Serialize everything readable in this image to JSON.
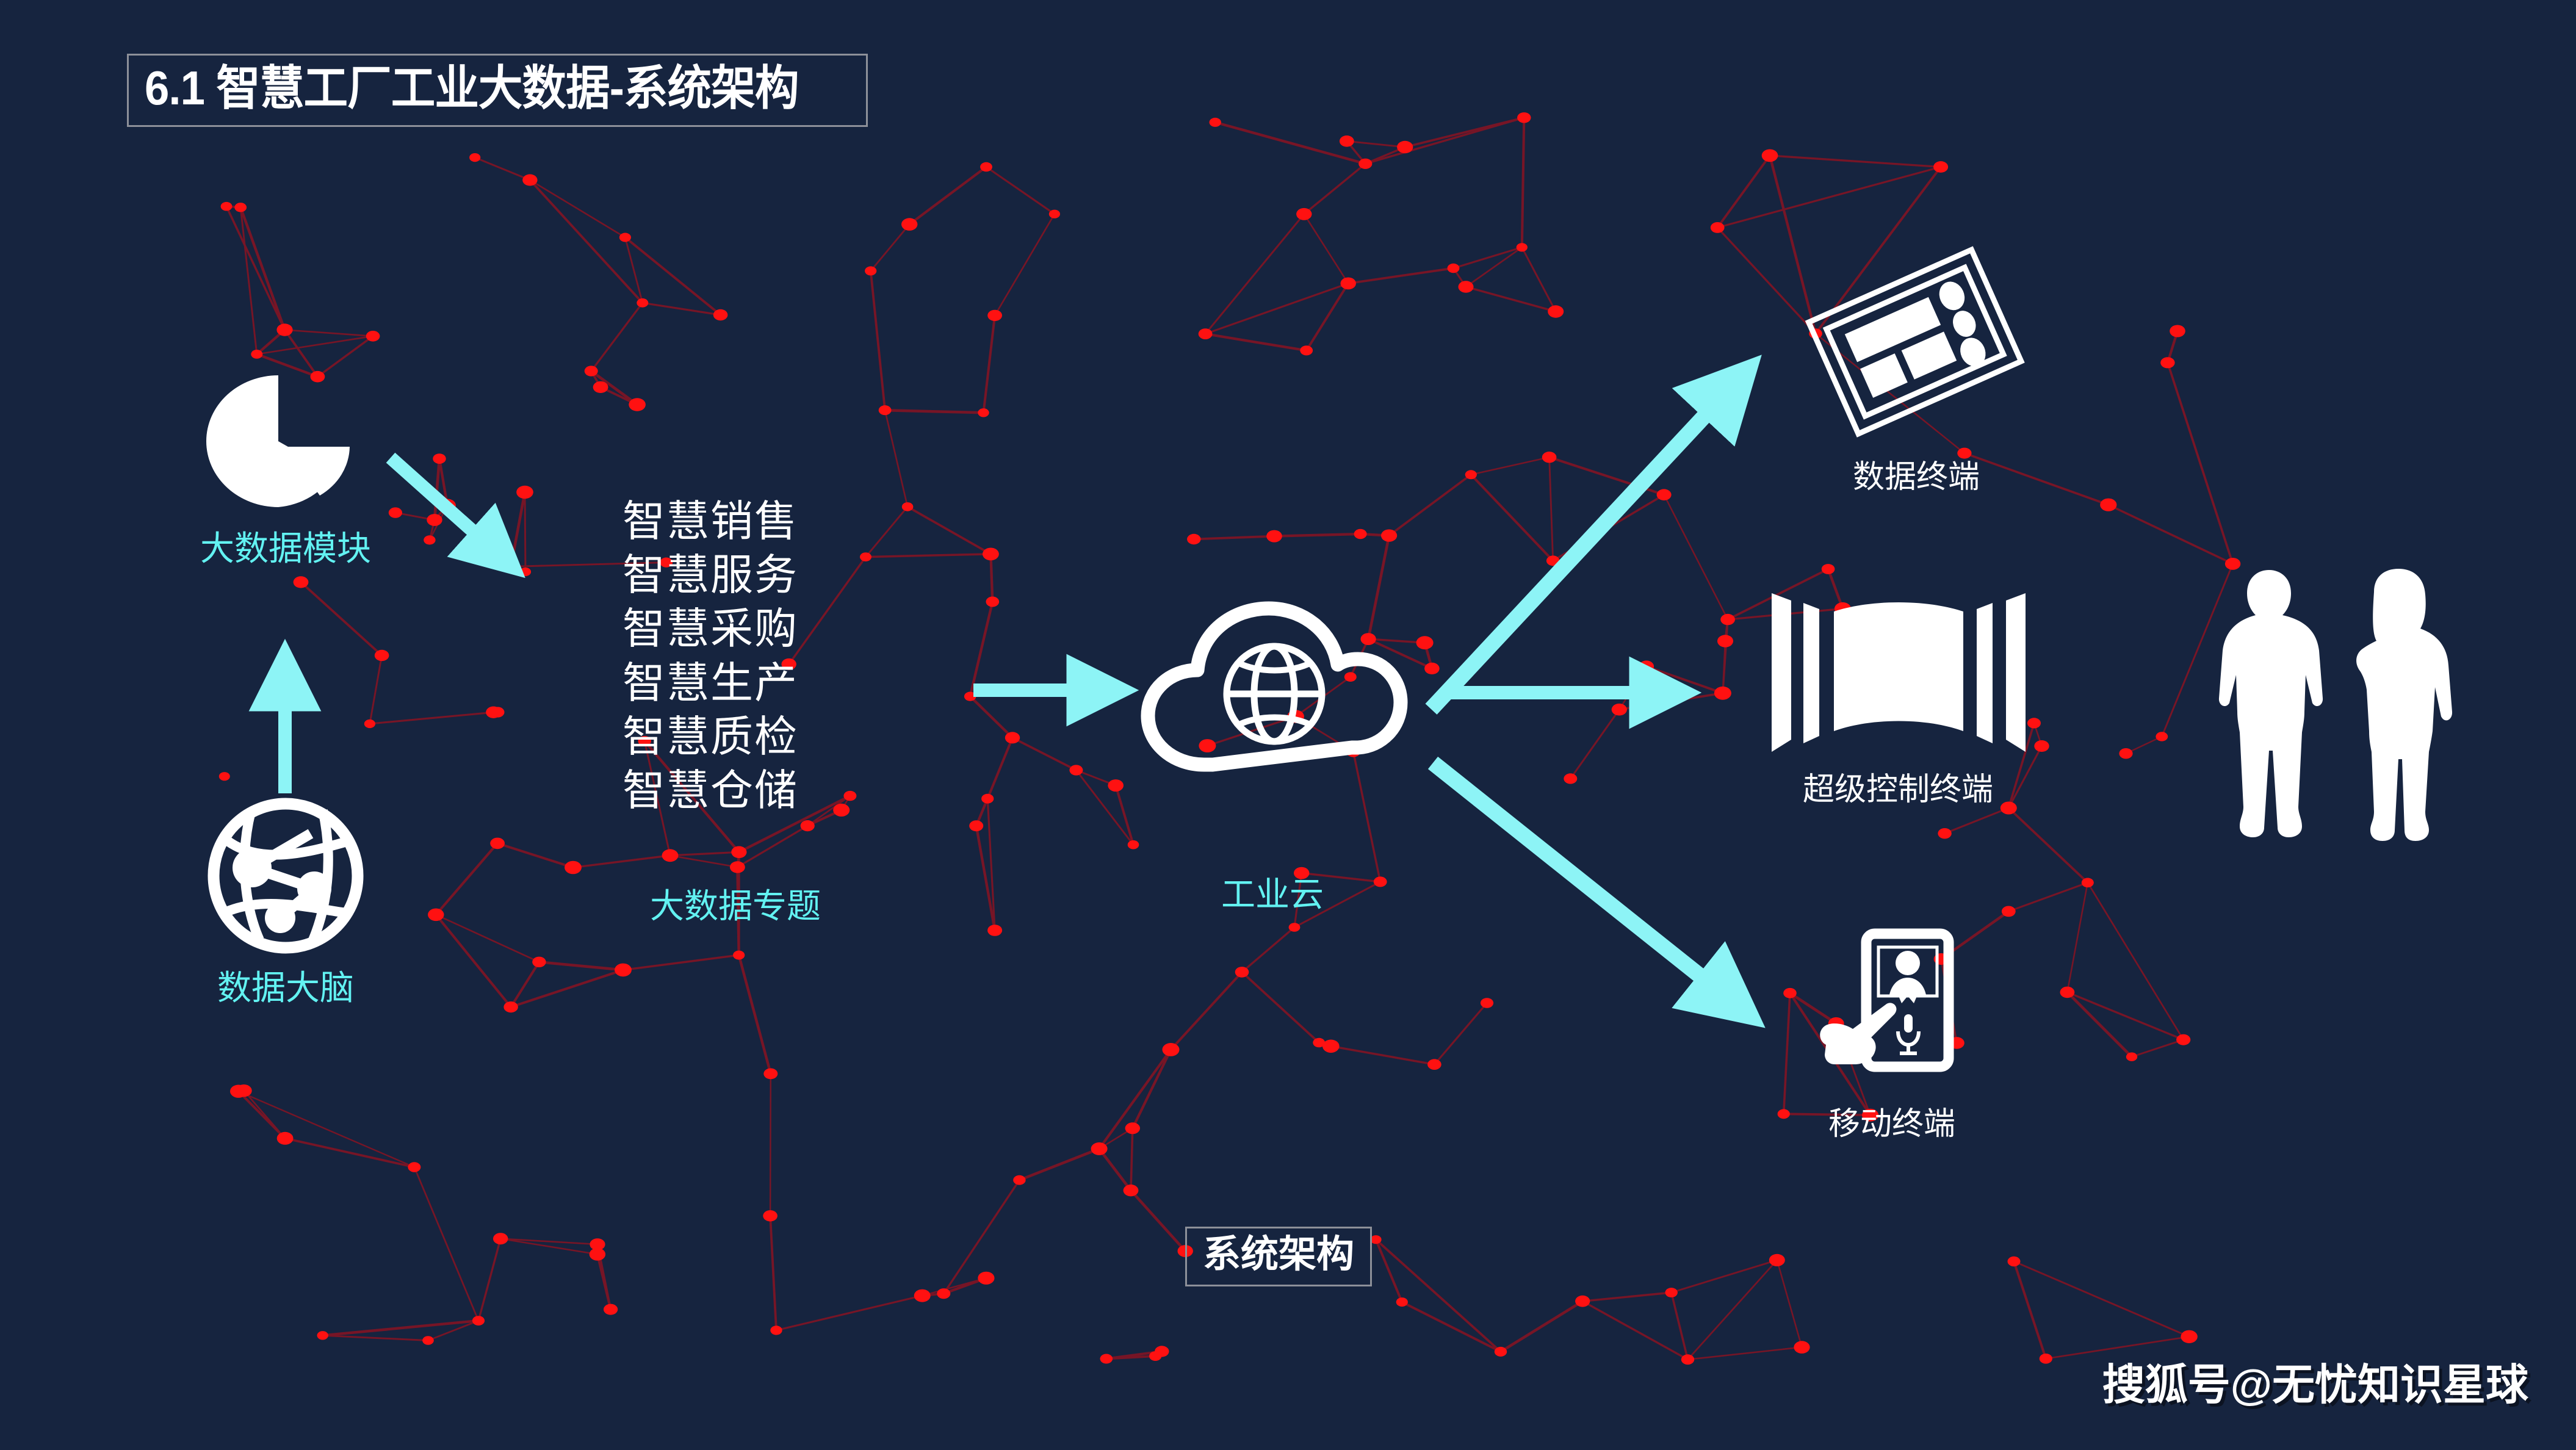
{
  "page": {
    "background_color": "#16243f",
    "accent_cyan": "#62f2f2",
    "node_red": "#ff1111",
    "link_red": "#7d1525",
    "border_gray": "#8d9099"
  },
  "header": {
    "title": "6.1 智慧工厂工业大数据-系统架构"
  },
  "caption": {
    "text": "系统架构"
  },
  "watermark": {
    "text": "搜狐号@无忧知识星球"
  },
  "nodes": {
    "big_data_module": {
      "label": "大数据模块",
      "icon": "pie-chart-icon",
      "color": "#62f2f2"
    },
    "data_brain": {
      "label": "数据大脑",
      "icon": "network-globe-icon",
      "color": "#62f2f2"
    },
    "industrial_cloud": {
      "label": "工业云",
      "icon": "cloud-globe-icon",
      "color": "#62f2f2"
    },
    "data_terminal": {
      "label": "数据终端",
      "icon": "tilted-display-icon",
      "color": "#ffffff"
    },
    "super_control_terminal": {
      "label": "超级控制终端",
      "icon": "multi-panel-display-icon",
      "color": "#ffffff"
    },
    "mobile_terminal": {
      "label": "移动终端",
      "icon": "smartphone-hand-icon",
      "color": "#ffffff"
    },
    "people": {
      "label": "",
      "icon": "two-people-silhouette-icon",
      "color": "#ffffff"
    }
  },
  "topics": {
    "items": [
      "智慧销售",
      "智慧服务",
      "智慧采购",
      "智慧生产",
      "智慧质检",
      "智慧仓储"
    ],
    "group_label": "大数据专题"
  },
  "flows": [
    {
      "name": "brain-to-module",
      "from": "数据大脑",
      "to": "大数据模块",
      "direction": "up"
    },
    {
      "name": "module-to-topics",
      "from": "大数据模块",
      "to": "大数据专题",
      "direction": "down-right"
    },
    {
      "name": "topics-to-cloud",
      "from": "大数据专题",
      "to": "工业云",
      "direction": "right"
    },
    {
      "name": "cloud-to-data-terminal",
      "from": "工业云",
      "to": "数据终端",
      "direction": "up-right"
    },
    {
      "name": "cloud-to-super-terminal",
      "from": "工业云",
      "to": "超级控制终端",
      "direction": "right"
    },
    {
      "name": "cloud-to-mobile-terminal",
      "from": "工业云",
      "to": "移动终端",
      "direction": "down-right"
    }
  ]
}
